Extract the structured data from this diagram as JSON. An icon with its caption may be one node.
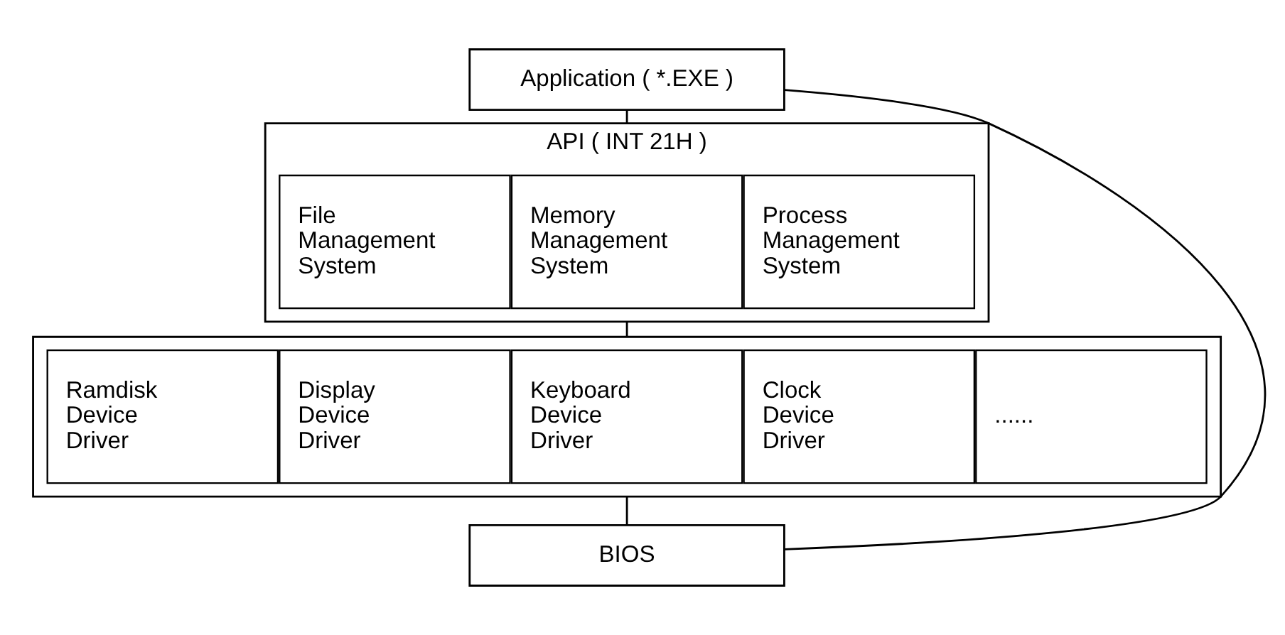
{
  "diagram": {
    "nodes": [
      {
        "text": [
          "Application ( *.EXE )"
        ]
      },
      {
        "text": [
          "API ( INT 21H )"
        ]
      },
      {
        "text": [
          "File Management System"
        ],
        "in": 1
      },
      {
        "text": [
          "Memory Management System"
        ],
        "in": 1
      },
      {
        "text": [
          "Process Management System"
        ],
        "in": 1
      },
      {
        "text": [],
        "shape": "box"
      },
      {
        "text": [
          "Ramdisk Device Driver"
        ],
        "in": 5
      },
      {
        "text": [
          "Display Device Driver"
        ],
        "in": 5
      },
      {
        "text": [
          "Keyboard Device Driver"
        ],
        "in": 5
      },
      {
        "text": [
          "Clock Device Driver"
        ],
        "in": 5
      },
      {
        "text": [
          "......"
        ],
        "in": 5
      },
      {
        "text": [
          "BIOS"
        ]
      }
    ],
    "edges": [
      {
        "from": 0,
        "to": 1,
        "arrow": "none"
      },
      {
        "from": 1,
        "to": 5,
        "arrow": "none"
      },
      {
        "from": 5,
        "to": 11,
        "arrow": "none"
      },
      {
        "from": 0,
        "to": 11,
        "arrow": "none"
      }
    ]
  }
}
